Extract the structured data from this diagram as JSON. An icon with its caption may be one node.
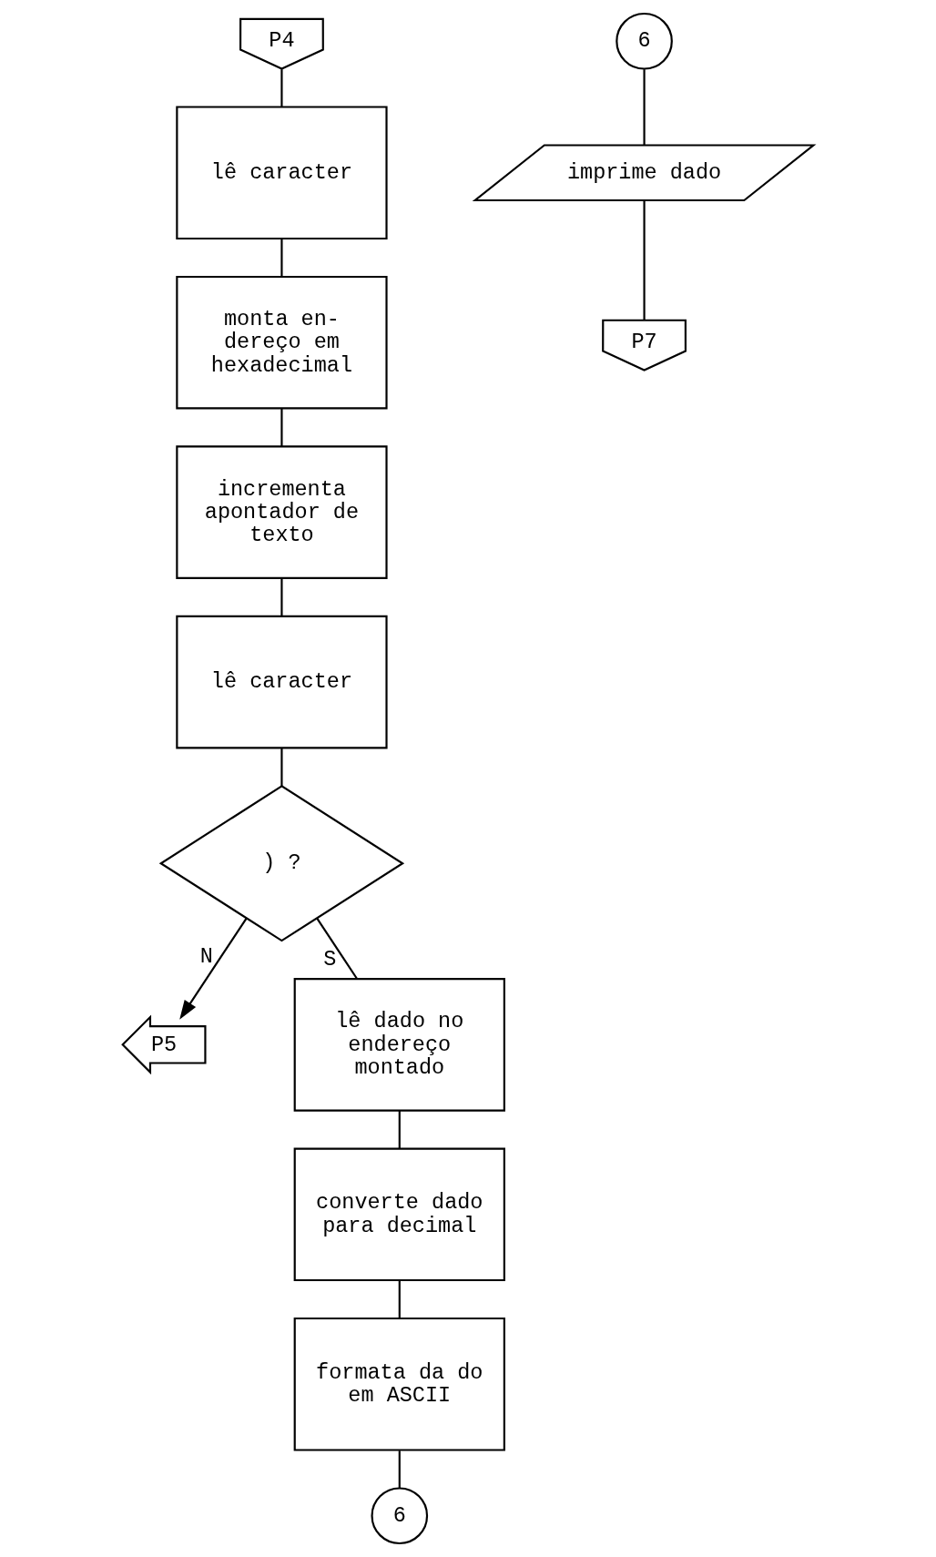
{
  "diagram": {
    "nodes": [
      {
        "text": [
          "P4"
        ]
      },
      {
        "text": [
          "lê caracter"
        ]
      },
      {
        "text": [
          "monta en- dereço em hexadecimal"
        ]
      },
      {
        "text": [
          "incrementa apontador de texto"
        ]
      },
      {
        "text": [
          "lê caracter"
        ]
      },
      {
        "text": [
          ") ?"
        ]
      },
      {
        "text": [
          "P5"
        ]
      },
      {
        "text": [
          "lê dado no endereço montado"
        ]
      },
      {
        "text": [
          "converte dado para decimal"
        ]
      },
      {
        "text": [
          "formata da do em ASCII"
        ]
      },
      {
        "text": [
          "6"
        ]
      },
      {
        "text": [
          "6"
        ]
      },
      {
        "text": [
          "imprime dado"
        ]
      },
      {
        "text": [
          "P7"
        ]
      }
    ],
    "edges": [
      {
        "from": 0,
        "to": 1,
        "arrow": "none"
      },
      {
        "from": 1,
        "to": 2,
        "arrow": "none"
      },
      {
        "from": 2,
        "to": 3,
        "arrow": "none"
      },
      {
        "from": 3,
        "to": 4,
        "arrow": "none"
      },
      {
        "from": 4,
        "to": 5,
        "arrow": "none"
      },
      {
        "from": 5,
        "to": 6,
        "label": "N",
        "arrow": "to"
      },
      {
        "from": 5,
        "to": 7,
        "label": "S",
        "arrow": "none"
      },
      {
        "from": 7,
        "to": 8,
        "arrow": "none"
      },
      {
        "from": 8,
        "to": 9,
        "arrow": "none"
      },
      {
        "from": 9,
        "to": 10,
        "arrow": "none"
      },
      {
        "from": 11,
        "to": 12,
        "arrow": "none"
      },
      {
        "from": 12,
        "to": 13,
        "arrow": "none"
      }
    ]
  }
}
